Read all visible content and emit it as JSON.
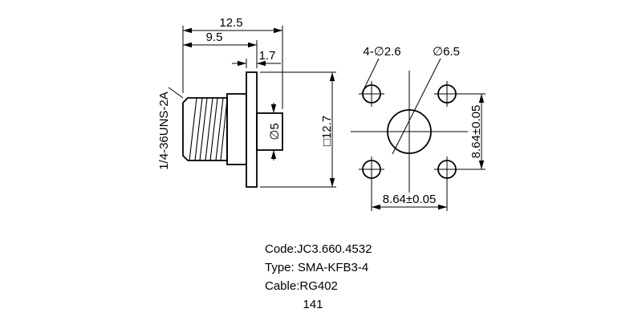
{
  "drawing": {
    "side_view": {
      "thread_spec": "1/4-36UNS-2A",
      "dims": {
        "overall_length": "12.5",
        "body_length": "9.5",
        "flange_thickness": "1.7",
        "pin_diameter": "∅5",
        "flange_size": "□12.7"
      }
    },
    "front_view": {
      "dims": {
        "mounting_holes": "4-∅2.6",
        "center_hole": "∅6.5",
        "hole_spacing_vertical": "8.64±0.05",
        "hole_spacing_horizontal": "8.64±0.05"
      }
    },
    "title_block": {
      "code": "Code:JC3.660.4532",
      "type": "Type: SMA-KFB3-4",
      "cable": "Cable:RG402",
      "page_number": "141"
    }
  }
}
